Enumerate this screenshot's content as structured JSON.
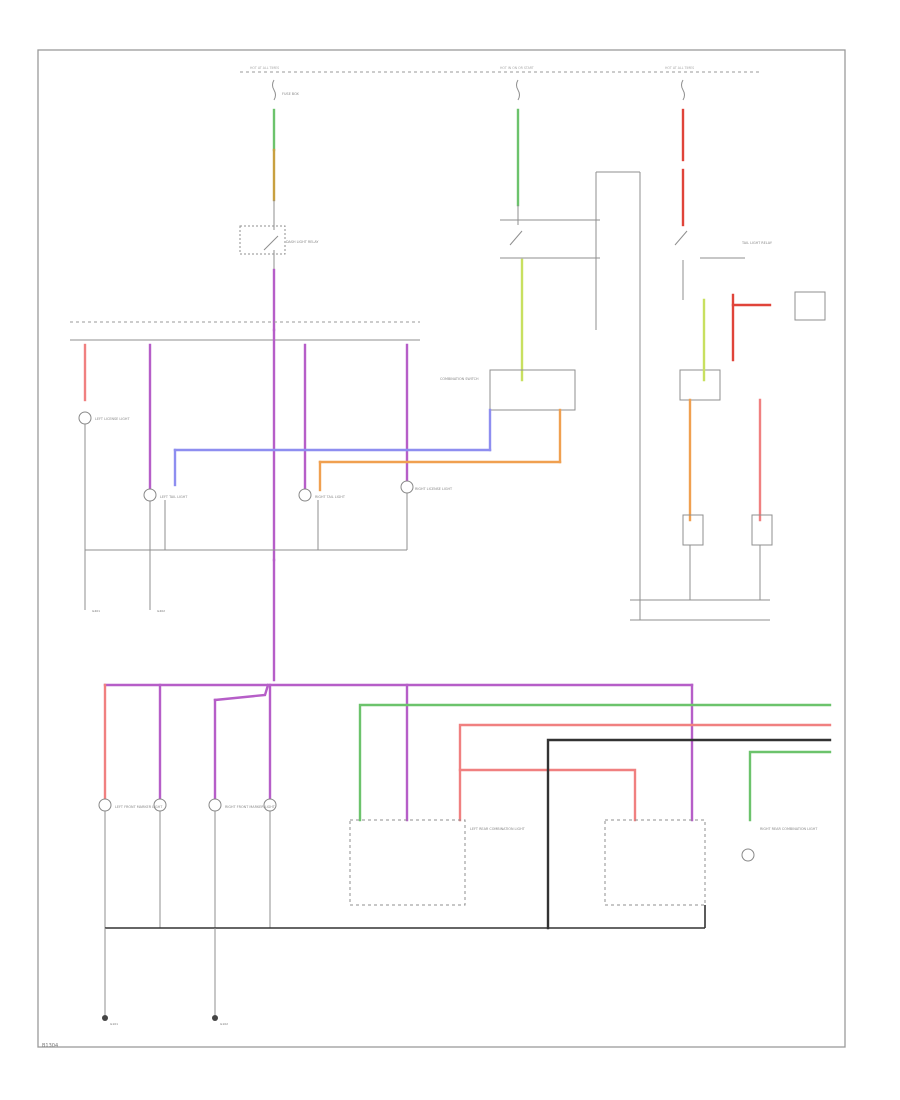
{
  "diagram": {
    "colors": {
      "violet": "#b65ec8",
      "pink": "#f08080",
      "red": "#e0443a",
      "green": "#6cc36c",
      "lime": "#c8e060",
      "orange": "#f0a050",
      "blue": "#8e8ef0",
      "black": "#333333",
      "gray": "#9a9a9a"
    },
    "fuse_blocks": [
      "HOT AT ALL TIMES",
      "HOT IN ON OR START",
      "HOT AT ALL TIMES"
    ],
    "components": [
      "FUSE BOX",
      "DASH LIGHT RELAY",
      "TAIL LIGHT RELAY",
      "COMBINATION SWITCH",
      "LEFT LICENSE LIGHT",
      "RIGHT LICENSE LIGHT",
      "LEFT TAIL LIGHT",
      "RIGHT TAIL LIGHT",
      "LEFT FRONT MARKER LIGHT",
      "RIGHT FRONT MARKER LIGHT",
      "LEFT REAR COMBINATION LIGHT",
      "RIGHT REAR COMBINATION LIGHT"
    ],
    "grounds": [
      "G101",
      "G102",
      "G401",
      "G402"
    ],
    "footer_code": "B1304"
  }
}
